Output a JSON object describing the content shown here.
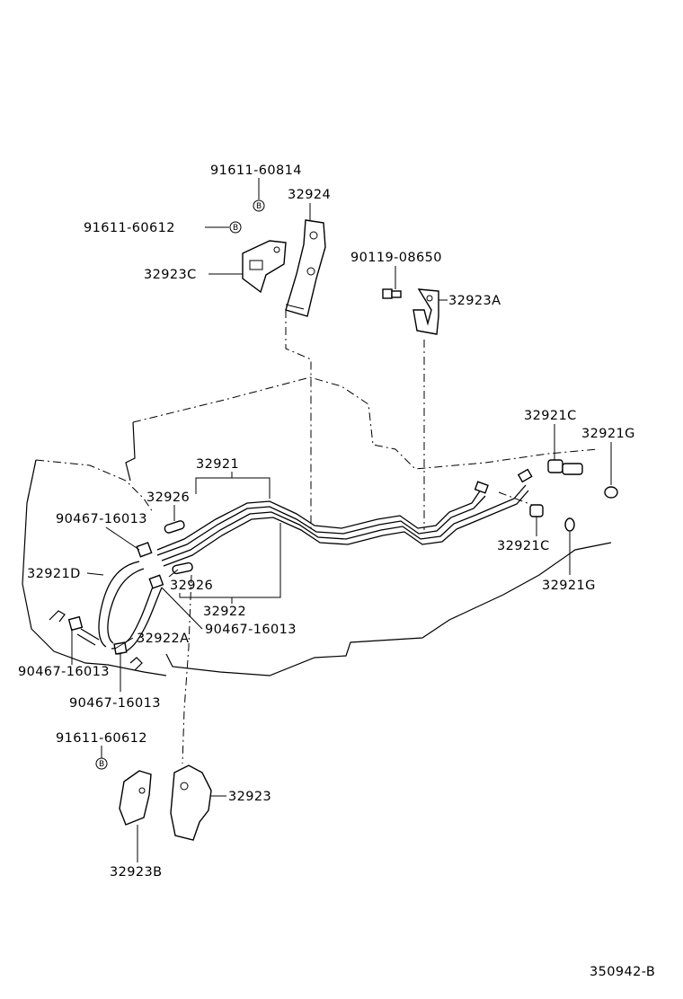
{
  "labels": {
    "p91611_60814": "91611-60814",
    "p32924": "32924",
    "p91611_60612_top": "91611-60612",
    "p32923C": "32923C",
    "p90119_08650": "90119-08650",
    "p32923A": "32923A",
    "p32921C_top": "32921C",
    "p32921G_top": "32921G",
    "p32921": "32921",
    "p32926_top": "32926",
    "p90467_16013_a": "90467-16013",
    "p32921D": "32921D",
    "p32926_mid": "32926",
    "p32921C_bot": "32921C",
    "p32921G_bot": "32921G",
    "p32922": "32922",
    "p90467_16013_b": "90467-16013",
    "p32922A": "32922A",
    "p90467_16013_c": "90467-16013",
    "p90467_16013_d": "90467-16013",
    "p91611_60612_bot": "91611-60612",
    "p32923": "32923",
    "p32923B": "32923B",
    "diagram_id": "350942-B"
  },
  "bolt_marks": {
    "b1": "B",
    "b2": "B",
    "b3": "B"
  }
}
